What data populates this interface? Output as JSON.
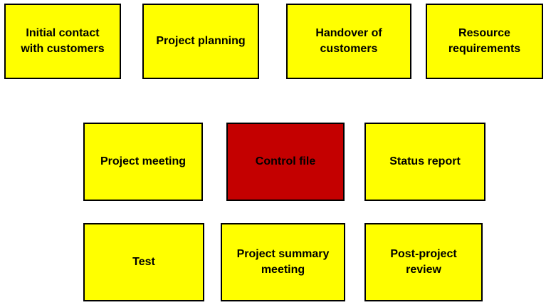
{
  "diagram": {
    "background": "#ffffff",
    "colors": {
      "node_fill": "#ffff00",
      "highlight_fill": "#c40000",
      "border": "#000000",
      "text": "#000000"
    },
    "boxes": [
      {
        "id": "initial-contact-with-customers",
        "label": "Initial contact\nwith customers",
        "fill": "yellow"
      },
      {
        "id": "project-planning",
        "label": "Project planning",
        "fill": "yellow"
      },
      {
        "id": "handover-of-customers",
        "label": "Handover of\ncustomers",
        "fill": "yellow"
      },
      {
        "id": "resource-requirements",
        "label": "Resource\nrequirements",
        "fill": "yellow"
      },
      {
        "id": "project-meeting",
        "label": "Project meeting",
        "fill": "yellow"
      },
      {
        "id": "control-file",
        "label": "Control file",
        "fill": "red"
      },
      {
        "id": "status-report",
        "label": "Status report",
        "fill": "yellow"
      },
      {
        "id": "test",
        "label": "Test",
        "fill": "yellow"
      },
      {
        "id": "project-summary-meeting",
        "label": "Project summary\nmeeting",
        "fill": "yellow"
      },
      {
        "id": "post-project-review",
        "label": "Post-project\nreview",
        "fill": "yellow"
      }
    ]
  }
}
